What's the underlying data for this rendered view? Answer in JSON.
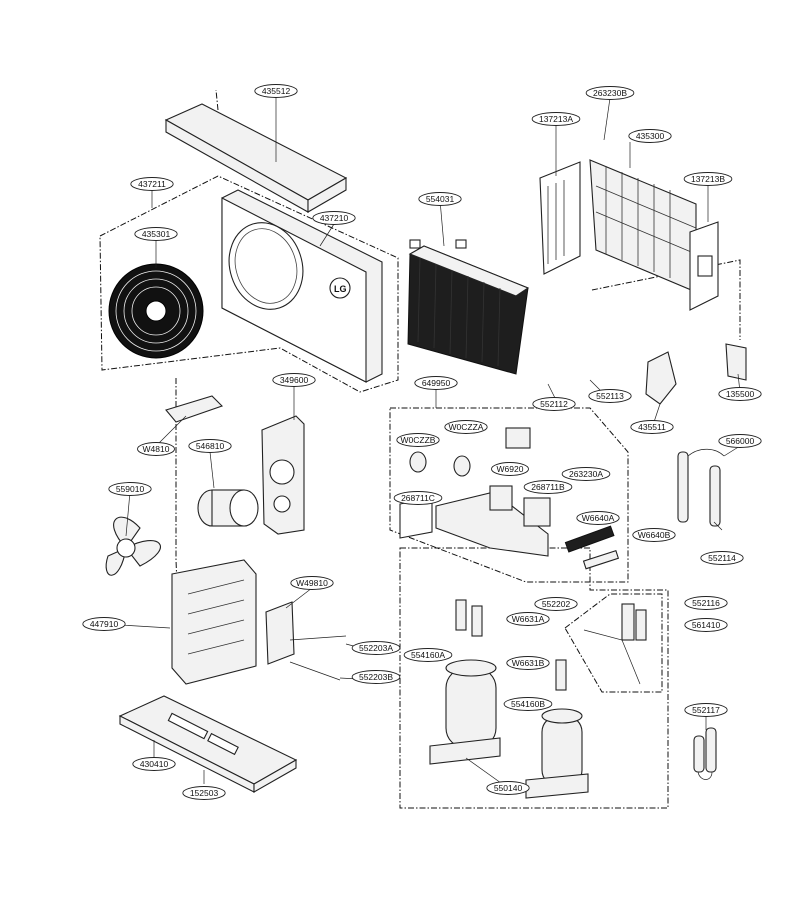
{
  "callouts": [
    {
      "id": "c435512",
      "label": "435512"
    },
    {
      "id": "c263230B",
      "label": "263230B"
    },
    {
      "id": "c137213A",
      "label": "137213A"
    },
    {
      "id": "c435300",
      "label": "435300"
    },
    {
      "id": "c137213B",
      "label": "137213B"
    },
    {
      "id": "c437211",
      "label": "437211"
    },
    {
      "id": "c437210",
      "label": "437210"
    },
    {
      "id": "c554031",
      "label": "554031"
    },
    {
      "id": "c435301",
      "label": "435301"
    },
    {
      "id": "c349600",
      "label": "349600"
    },
    {
      "id": "c649950",
      "label": "649950"
    },
    {
      "id": "c552112",
      "label": "552112"
    },
    {
      "id": "c552113",
      "label": "552113"
    },
    {
      "id": "c135500",
      "label": "135500"
    },
    {
      "id": "c435511",
      "label": "435511"
    },
    {
      "id": "c566000",
      "label": "566000"
    },
    {
      "id": "cW4810",
      "label": "W4810"
    },
    {
      "id": "c546810",
      "label": "546810"
    },
    {
      "id": "cW0CZZB",
      "label": "W0CZZB"
    },
    {
      "id": "cW0CZZA",
      "label": "W0CZZA"
    },
    {
      "id": "cW6920",
      "label": "W6920"
    },
    {
      "id": "c263230A",
      "label": "263230A"
    },
    {
      "id": "c559010",
      "label": "559010"
    },
    {
      "id": "c268711C",
      "label": "268711C"
    },
    {
      "id": "c268711B",
      "label": "268711B"
    },
    {
      "id": "cW6640A",
      "label": "W6640A"
    },
    {
      "id": "cW6640B",
      "label": "W6640B"
    },
    {
      "id": "c552114",
      "label": "552114"
    },
    {
      "id": "cW49810",
      "label": "W49810"
    },
    {
      "id": "c552202",
      "label": "552202"
    },
    {
      "id": "c552116",
      "label": "552116"
    },
    {
      "id": "c447910",
      "label": "447910"
    },
    {
      "id": "cW6631A",
      "label": "W6631A"
    },
    {
      "id": "c561410",
      "label": "561410"
    },
    {
      "id": "c552203A",
      "label": "552203A"
    },
    {
      "id": "c554160A",
      "label": "554160A"
    },
    {
      "id": "cW6631B",
      "label": "W6631B"
    },
    {
      "id": "c552203B",
      "label": "552203B"
    },
    {
      "id": "c554160B",
      "label": "554160B"
    },
    {
      "id": "c552117",
      "label": "552117"
    },
    {
      "id": "c430410",
      "label": "430410"
    },
    {
      "id": "c550140",
      "label": "550140"
    },
    {
      "id": "c152503",
      "label": "152503"
    }
  ],
  "logo": "LG"
}
